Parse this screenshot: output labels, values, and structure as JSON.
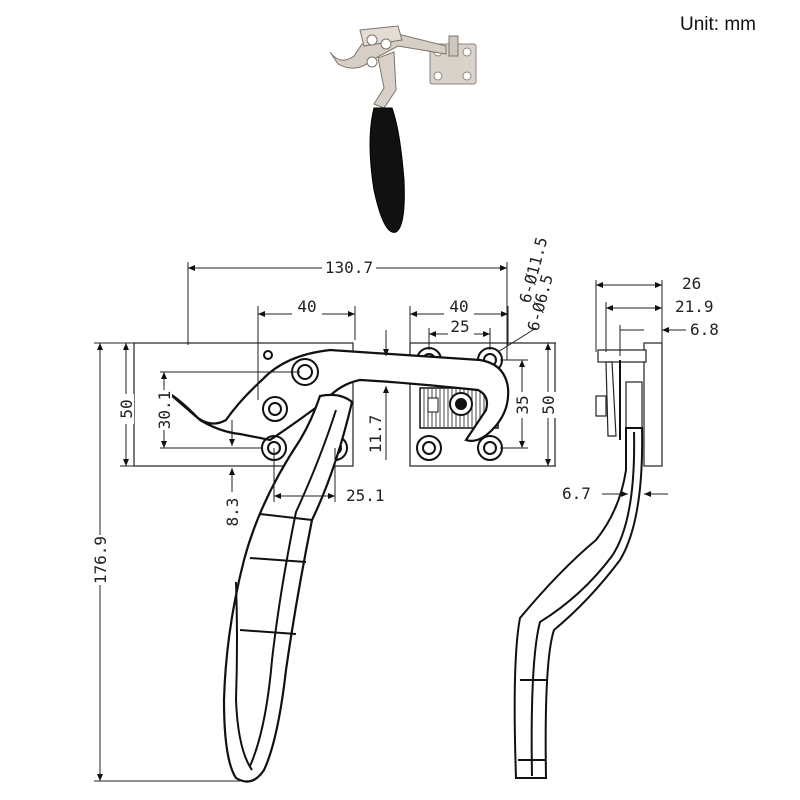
{
  "unit_label": "Unit: mm",
  "dimensions": {
    "overall_width": "130.7",
    "left_plate_holes": "40",
    "right_plate_holes": "40",
    "right_inner_holes": "25",
    "hole_large": "6-Ø11.5",
    "hole_small": "6-Ø6.5",
    "left_height": "50",
    "left_inner": "30.1",
    "hook_gap": "11.7",
    "right_inner_height": "35",
    "right_height": "50",
    "lower_offset": "8.3",
    "handle_spacing": "25.1",
    "overall_height": "176.9",
    "side_depth": "26",
    "side_mid": "21.9",
    "side_thick": "6.8",
    "handle_thick": "6.7"
  },
  "colors": {
    "line": "#111111",
    "handle_grip": "#111111",
    "metal": "#cfc7be"
  }
}
